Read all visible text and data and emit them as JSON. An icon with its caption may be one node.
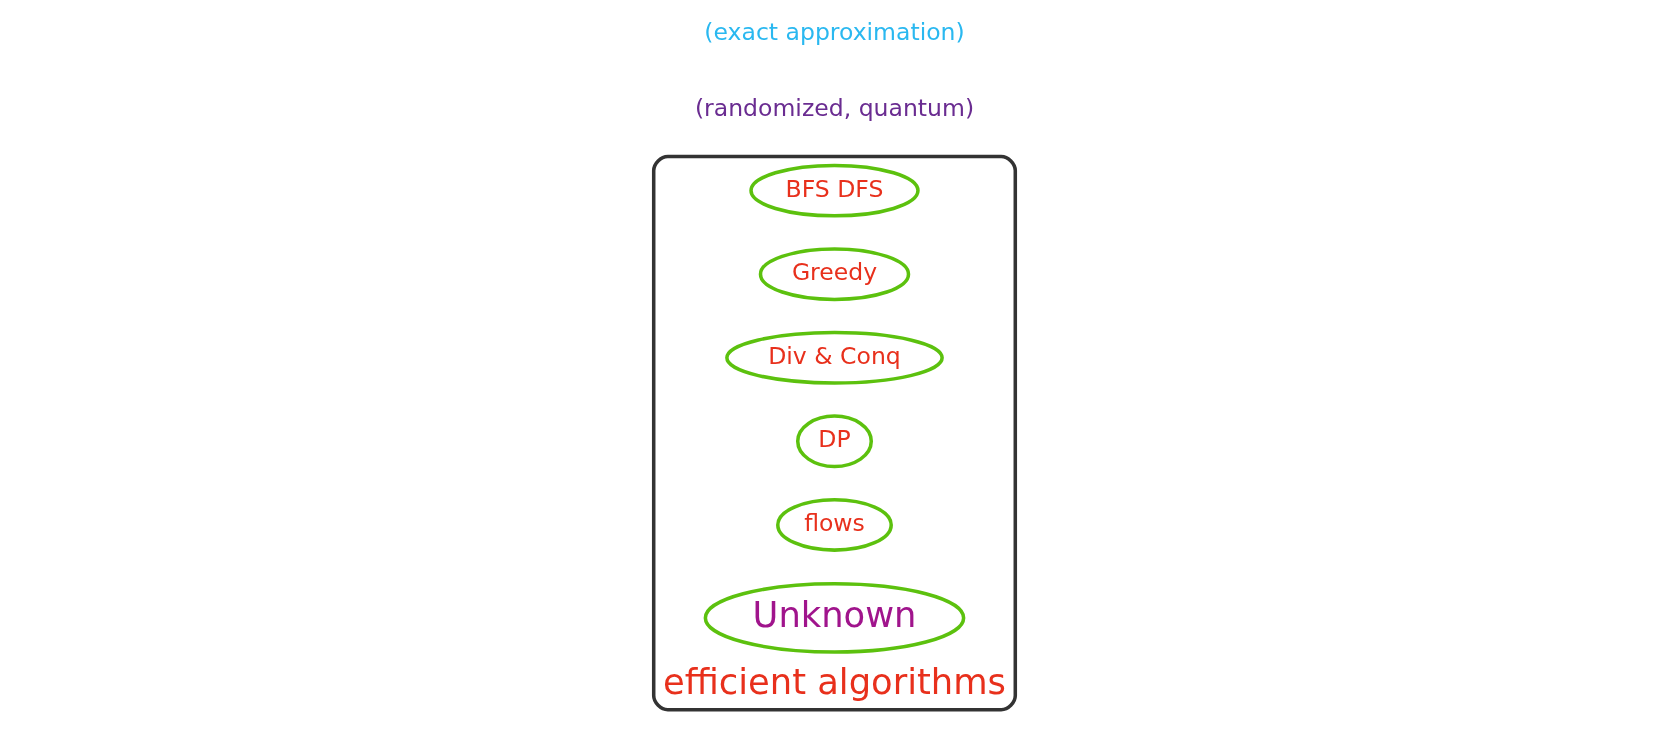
{
  "diagram": {
    "nodes": [
      {
        "text": [
          "efficient algorithms"
        ]
      },
      {
        "text": [
          "BFS DFS"
        ],
        "in": 0
      },
      {
        "text": [
          "Greedy"
        ],
        "in": 0
      },
      {
        "text": [
          "Div & Conq"
        ],
        "in": 0
      },
      {
        "text": [
          "DP"
        ],
        "in": 0
      },
      {
        "text": [
          "flows"
        ],
        "in": 0
      },
      {
        "text": [
          "Unknown"
        ],
        "in": 0
      }
    ],
    "labels": [
      "(randomized, quantum)",
      "(exact approximation)"
    ]
  }
}
